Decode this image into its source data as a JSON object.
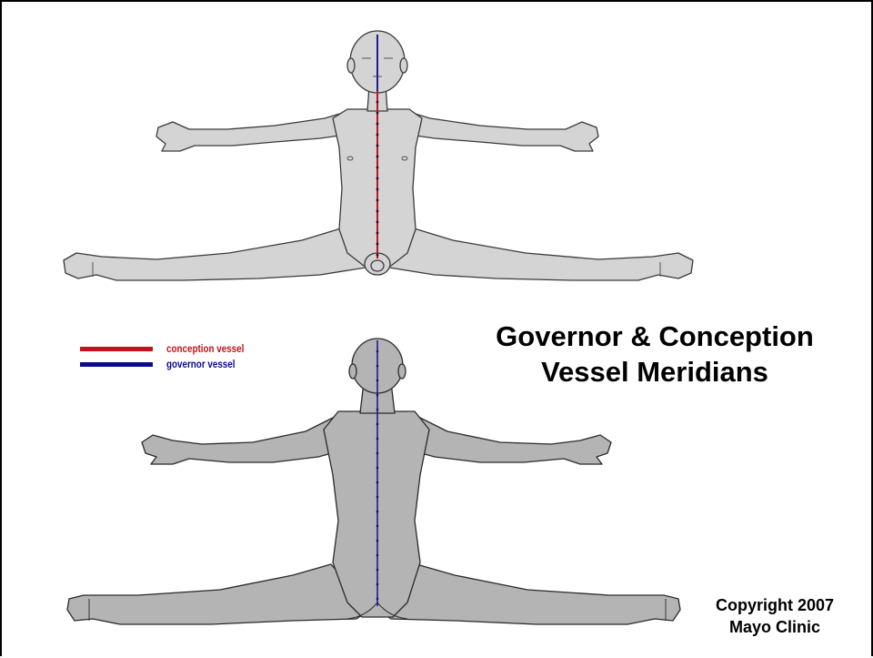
{
  "title": {
    "line1": "Governor & Conception",
    "line2": "Vessel Meridians"
  },
  "legend": {
    "items": [
      {
        "label": "conception vessel",
        "color": "#c0141c"
      },
      {
        "label": "governor vessel",
        "color": "#0a0a8c"
      }
    ]
  },
  "copyright": {
    "line1": "Copyright 2007",
    "line2": "Mayo Clinic"
  },
  "colors": {
    "body_front": "#d4d4d4",
    "body_back": "#b4b4b4",
    "outline": "#3a3a3a",
    "conception": "#c0141c",
    "governor": "#1a1a9c"
  }
}
